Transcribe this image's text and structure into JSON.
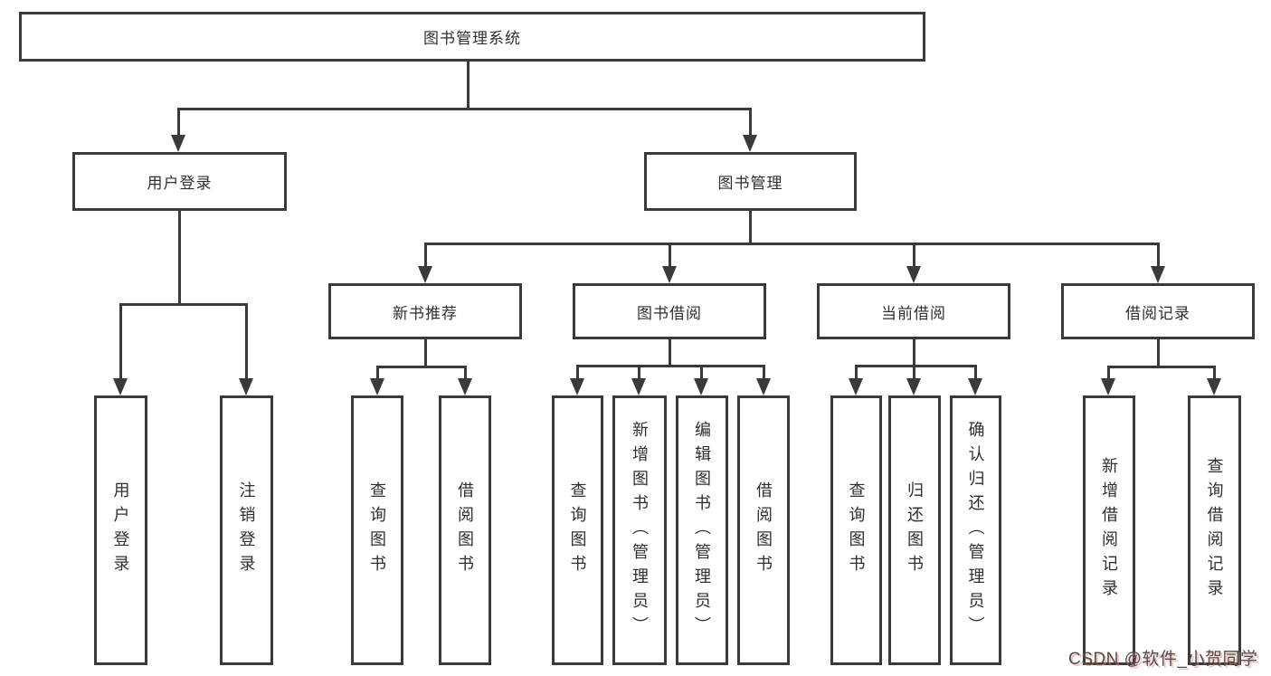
{
  "root": {
    "label": "图书管理系统"
  },
  "branches": [
    {
      "label": "用户登录",
      "children": [
        {
          "label": "用户登录"
        },
        {
          "label": "注销登录"
        }
      ]
    },
    {
      "label": "图书管理",
      "children": [
        {
          "label": "新书推荐",
          "children": [
            {
              "label": "查询图书"
            },
            {
              "label": "借阅图书"
            }
          ]
        },
        {
          "label": "图书借阅",
          "children": [
            {
              "label": "查询图书"
            },
            {
              "label": "新增图书（管理员）"
            },
            {
              "label": "编辑图书（管理员）"
            },
            {
              "label": "借阅图书"
            }
          ]
        },
        {
          "label": "当前借阅",
          "children": [
            {
              "label": "查询图书"
            },
            {
              "label": "归还图书"
            },
            {
              "label": "确认归还（管理员）"
            }
          ]
        },
        {
          "label": "借阅记录",
          "children": [
            {
              "label": "新增借阅记录"
            },
            {
              "label": "查询借阅记录"
            }
          ]
        }
      ]
    }
  ],
  "watermark": {
    "text": "CSDN @软件_小贺同学"
  },
  "colors": {
    "line": "#3a3a3a",
    "text": "#2f2f2f",
    "watermark_shadow": "#fa826e"
  }
}
